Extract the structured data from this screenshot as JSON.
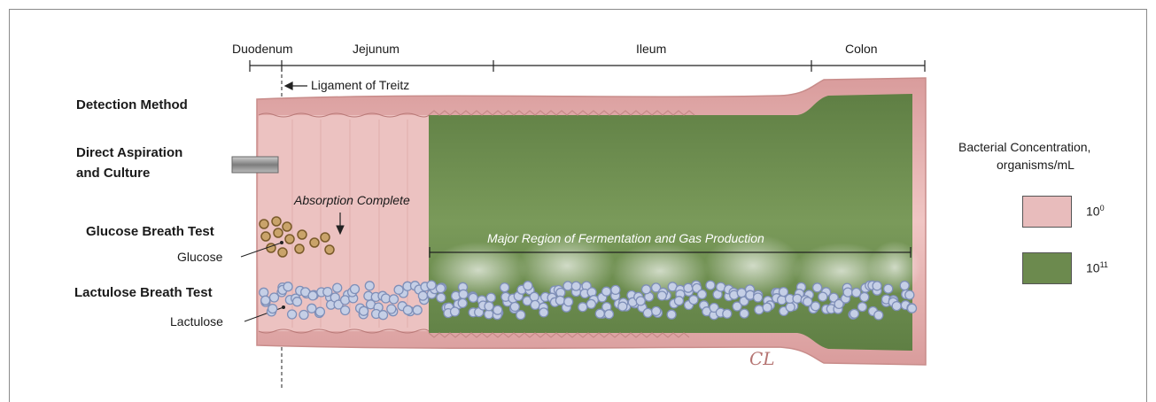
{
  "segments": {
    "duodenum": "Duodenum",
    "jejunum": "Jejunum",
    "ileum": "Ileum",
    "colon": "Colon"
  },
  "ligament_label": "Ligament of Treitz",
  "detection_method": "Detection Method",
  "methods": {
    "aspiration_line1": "Direct Aspiration",
    "aspiration_line2": "and Culture",
    "glucose_test": "Glucose Breath Test",
    "glucose": "Glucose",
    "lactulose_test": "Lactulose Breath Test",
    "lactulose": "Lactulose"
  },
  "absorption_complete": "Absorption Complete",
  "fermentation_region": "Major Region of Fermentation and Gas Production",
  "signature": "CL",
  "legend": {
    "title_line1": "Bacterial Concentration,",
    "title_line2": "organisms/mL",
    "items": [
      {
        "base": "10",
        "exp": "0",
        "color": "#e8bcbc"
      },
      {
        "base": "10",
        "exp": "11",
        "color": "#6c8a4e"
      }
    ]
  }
}
